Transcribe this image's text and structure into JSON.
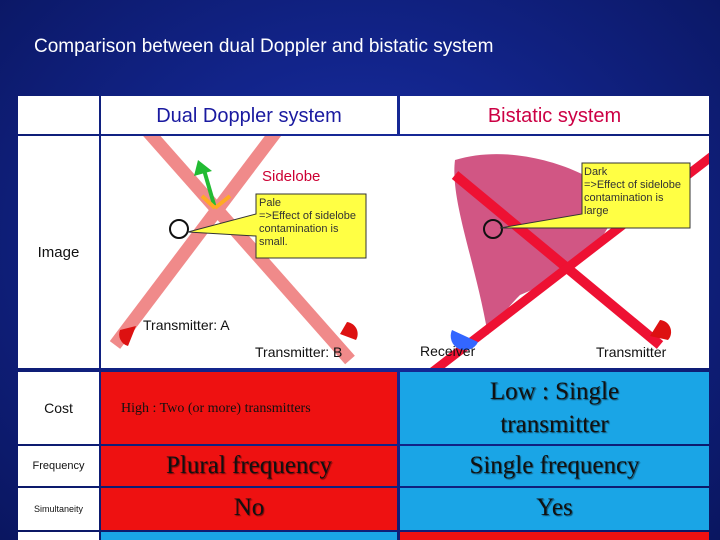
{
  "slide": {
    "title": "Comparison between dual Doppler and bistatic system"
  },
  "header": {
    "dual_label": "Dual Doppler system",
    "bistatic_label": "Bistatic system"
  },
  "rows": {
    "image_label": "Image",
    "cost_label": "Cost",
    "frequency_label": "Frequency",
    "simultaneity_label": "Simultaneity"
  },
  "image_panel": {
    "sidelobe_label": "Sidelobe",
    "pale_note": "Pale\n=>Effect of sidelobe contamination is small.",
    "transmitter_a": "Transmitter: A",
    "transmitter_b": "Transmitter: B",
    "dark_note": "Dark\n=>Effect of sidelobe contamination is large",
    "receiver": "Receiver",
    "transmitter": "Transmitter"
  },
  "cost": {
    "dual": "High : Two (or more) transmitters",
    "bistatic": "Low : Single transmitter"
  },
  "frequency": {
    "dual": "Plural frequency",
    "bistatic": "Single frequency"
  },
  "simultaneity": {
    "dual": "No",
    "bistatic": "Yes"
  },
  "colors": {
    "background": "#12248a",
    "accent_red": "#ee1111",
    "accent_blue": "#1aa5e6",
    "header_text": "#1a1aa0",
    "sidelobe_text": "#cc0033",
    "pale_beam": "#f08a8a",
    "dark_beam": "#cc4477",
    "callout": "#ffff44"
  }
}
